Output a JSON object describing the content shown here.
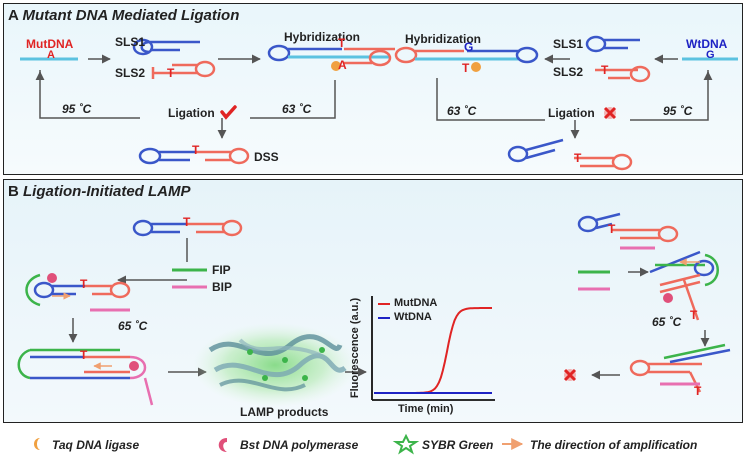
{
  "panelA": {
    "letter": "A",
    "title": "Mutant DNA Mediated Ligation",
    "mutdna": "MutDNA",
    "mut_base": "A",
    "wtdna": "WtDNA",
    "wt_base": "G",
    "sls1": "SLS1",
    "sls2": "SLS2",
    "hybridization": "Hybridization",
    "hyb_T": "T",
    "hyb_A": "A",
    "hyb_G": "G",
    "ligation": "Ligation",
    "temp_95": "95 ˚C",
    "temp_63": "63 ˚C",
    "dss": "DSS",
    "T": "T"
  },
  "panelB": {
    "letter": "B",
    "title": "Ligation-Initiated LAMP",
    "fip": "FIP",
    "bip": "BIP",
    "temp_65": "65 ˚C",
    "lamp_products": "LAMP products",
    "T": "T"
  },
  "chart_data": {
    "type": "line",
    "xlabel": "Time (min)",
    "ylabel": "Fluorescence (a.u.)",
    "series": [
      {
        "name": "MutDNA",
        "color": "#e02424",
        "shape": "sigmoid"
      },
      {
        "name": "WtDNA",
        "color": "#1d22c4",
        "shape": "flat"
      }
    ]
  },
  "legend": [
    {
      "icon": "taq-ligase-icon",
      "label": "Taq DNA ligase",
      "color": "#f0a040"
    },
    {
      "icon": "bst-polymerase-icon",
      "label": "Bst DNA polymerase",
      "color": "#e0507a"
    },
    {
      "icon": "sybr-green-icon",
      "label": "SYBR Green",
      "color": "#3cb44a"
    },
    {
      "icon": "amplification-arrow-icon",
      "label": "The direction of amplification",
      "color": "#f0a070"
    }
  ],
  "colors": {
    "red_strand": "#ef6a5c",
    "blue_strand": "#3a57c9",
    "cyan_target": "#5bc2e0",
    "green_primer": "#3cb44a",
    "pink_primer": "#e86fb0"
  }
}
